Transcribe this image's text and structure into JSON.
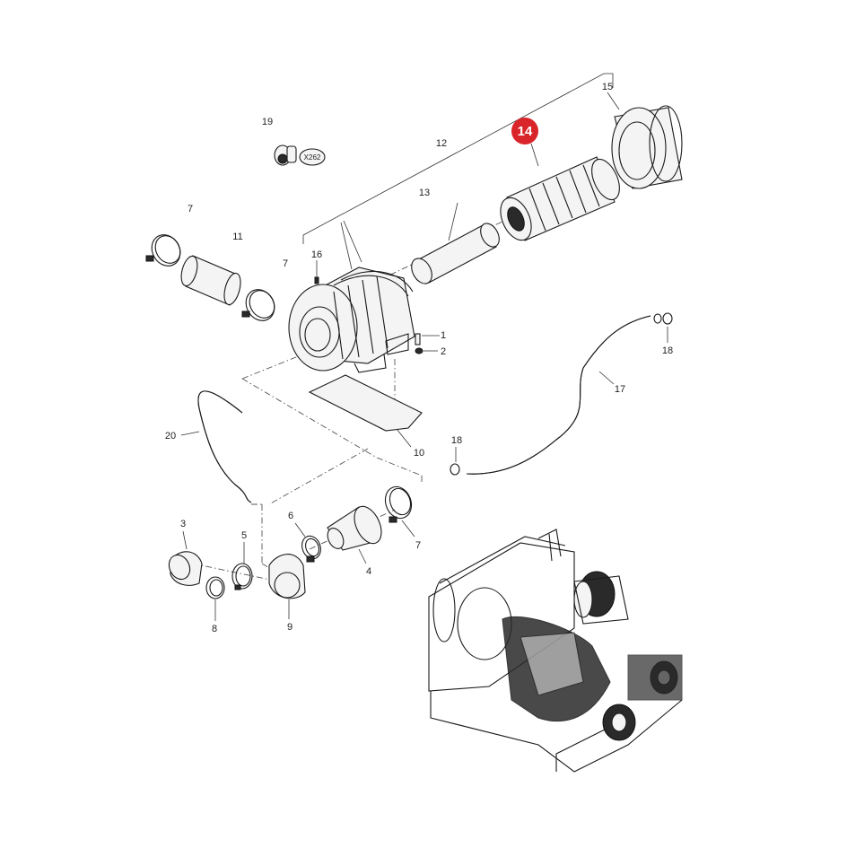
{
  "highlighted_part": "14",
  "connector_tag": "X262",
  "callouts": {
    "p1": "1",
    "p2": "2",
    "p3": "3",
    "p4": "4",
    "p5": "5",
    "p6": "6",
    "p7a": "7",
    "p7b": "7",
    "p7c": "7",
    "p8": "8",
    "p9": "9",
    "p10": "10",
    "p11": "11",
    "p12": "12",
    "p13": "13",
    "p15": "15",
    "p16": "16",
    "p17": "17",
    "p18a": "18",
    "p18b": "18",
    "p19": "19",
    "p20": "20"
  }
}
